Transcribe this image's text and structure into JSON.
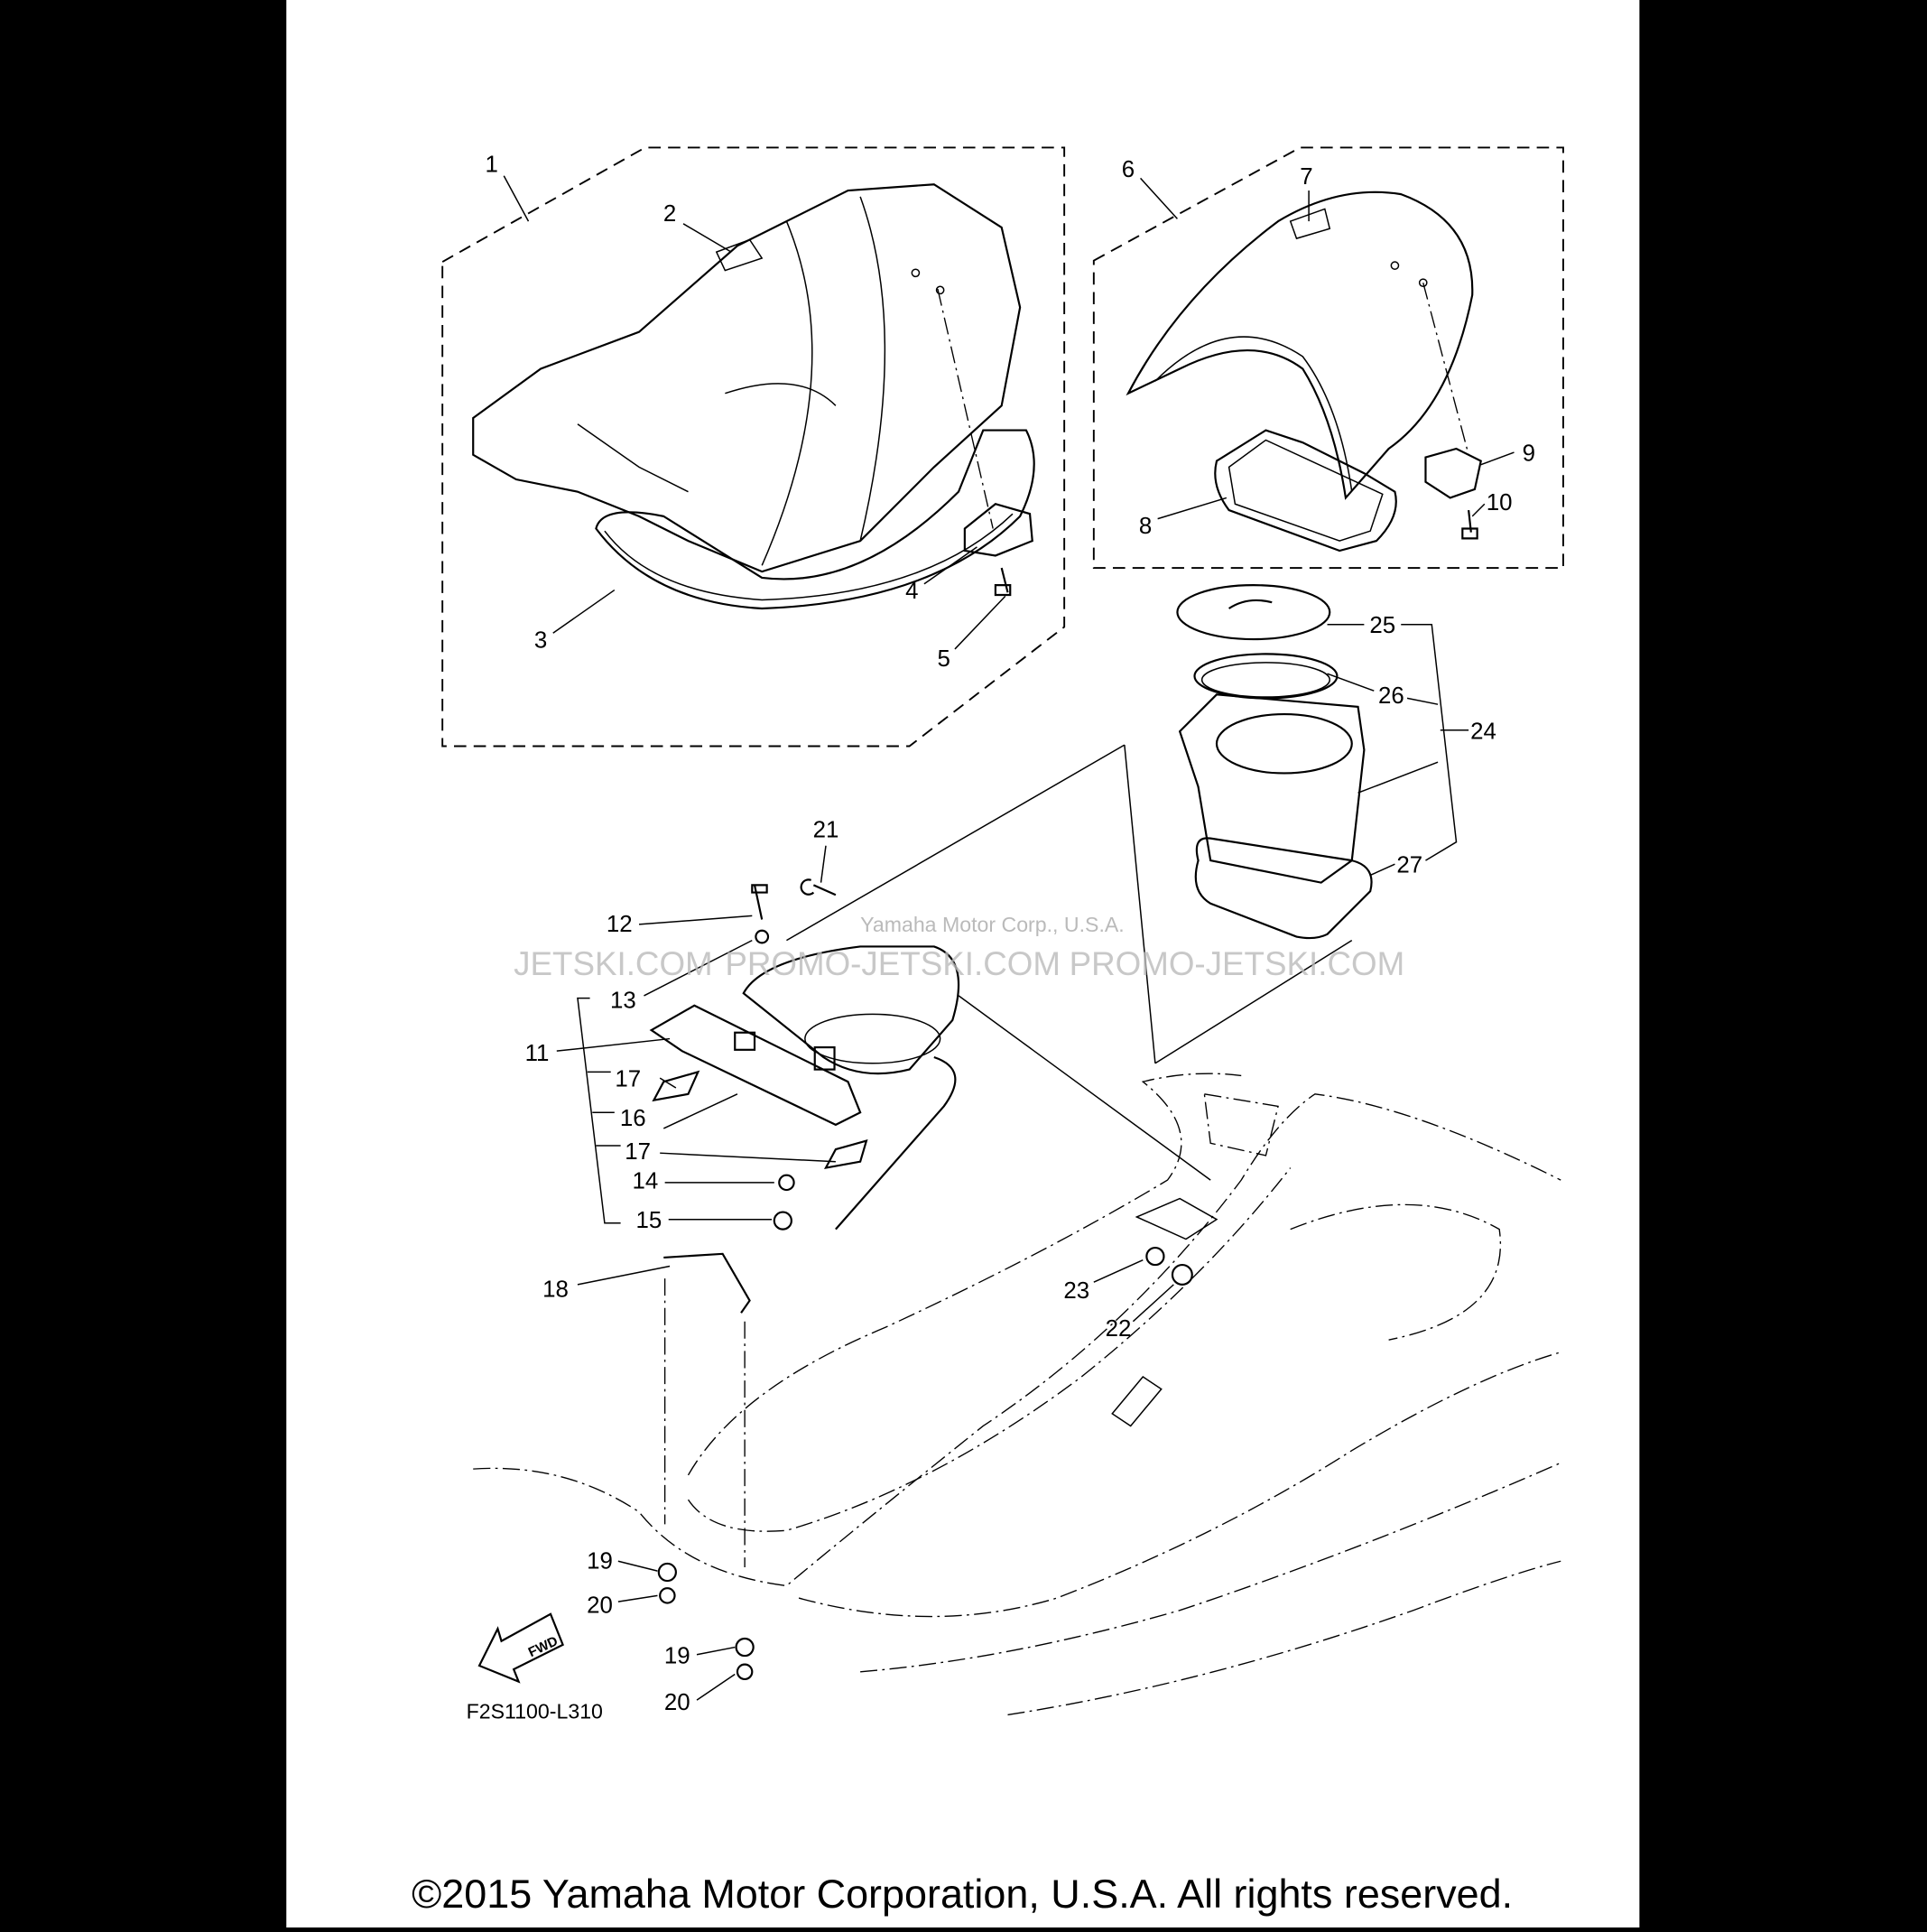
{
  "diagram": {
    "callouts": [
      "1",
      "2",
      "3",
      "4",
      "5",
      "6",
      "7",
      "8",
      "9",
      "10",
      "25",
      "26",
      "24",
      "27",
      "21",
      "12",
      "13",
      "11",
      "17",
      "16",
      "17",
      "14",
      "15",
      "18",
      "23",
      "22",
      "19",
      "20",
      "19",
      "20"
    ],
    "diagram_code": "F2S1100-L310",
    "fwd_label": "FWD",
    "watermark_left": "JETSKI.COM",
    "watermark_mid": "PROMO-JETSKI.COM",
    "watermark_faint": "Yamaha Motor Corp., U.S.A.",
    "watermark_right": "PROMO-JETSKI.COM"
  },
  "footer": {
    "copyright": "©2015 Yamaha Motor Corporation, U.S.A. All rights reserved."
  }
}
